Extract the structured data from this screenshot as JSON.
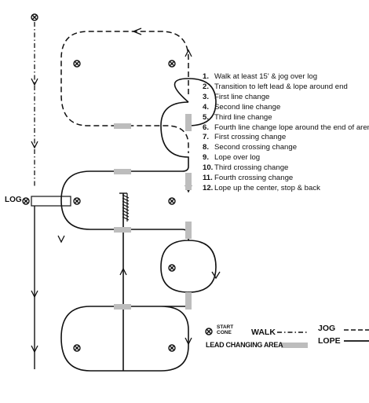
{
  "log_label": "LOG",
  "steps": [
    {
      "num": "1.",
      "text": "Walk at least 15' & jog over log"
    },
    {
      "num": "2.",
      "text": "Transition to left lead & lope around end"
    },
    {
      "num": "3.",
      "text": "First line change"
    },
    {
      "num": "4.",
      "text": "Second line change"
    },
    {
      "num": "5.",
      "text": "Third line change"
    },
    {
      "num": "6.",
      "text": "Fourth line change lope around the end of arena"
    },
    {
      "num": "7.",
      "text": "First crossing change"
    },
    {
      "num": "8.",
      "text": "Second crossing change"
    },
    {
      "num": "9.",
      "text": "Lope over log"
    },
    {
      "num": "10.",
      "text": "Third crossing change"
    },
    {
      "num": "11.",
      "text": "Fourth crossing change"
    },
    {
      "num": "12.",
      "text": "Lope up the center, stop & back"
    }
  ],
  "legend": {
    "start_cone": "START CONE",
    "walk": "WALK",
    "jog": "JOG",
    "lope": "LOPE",
    "lead_changing_area": "LEAD CHANGING AREA"
  },
  "colors": {
    "line": "#111111",
    "lead_area": "#bdbdbd"
  }
}
